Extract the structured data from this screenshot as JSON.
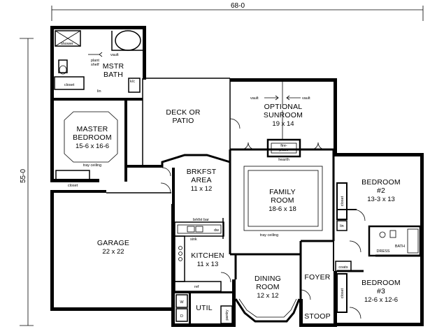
{
  "dimensions": {
    "width": "68-0",
    "depth": "55-0"
  },
  "rooms": {
    "master_bath": {
      "name_line1": "MSTR",
      "name_line2": "BATH"
    },
    "master_bedroom": {
      "name_line1": "MASTER",
      "name_line2": "BEDROOM",
      "size": "15-6 x 16-6"
    },
    "deck": {
      "name_line1": "DECK OR",
      "name_line2": "PATIO"
    },
    "sunroom": {
      "name_line1": "OPTIONAL",
      "name_line2": "SUNROOM",
      "size": "19 x 14"
    },
    "brkfst": {
      "name_line1": "BRKFST",
      "name_line2": "AREA",
      "size": "11 x 12"
    },
    "family": {
      "name_line1": "FAMILY",
      "name_line2": "ROOM",
      "size": "18-6 x 18"
    },
    "bedroom2": {
      "name_line1": "BEDROOM",
      "name_line2": "#2",
      "size": "13-3 x 13"
    },
    "garage": {
      "name": "GARAGE",
      "size": "22 x 22"
    },
    "kitchen": {
      "name": "KITCHEN",
      "size": "11 x 13"
    },
    "dining": {
      "name_line1": "DINING",
      "name_line2": "ROOM",
      "size": "12 x 12"
    },
    "foyer": {
      "name": "FOYER"
    },
    "bedroom3": {
      "name_line1": "BEDROOM",
      "name_line2": "#3",
      "size": "12-6 x 12-6"
    },
    "util": {
      "name": "UTIL"
    },
    "stoop": {
      "name": "STOOP"
    }
  },
  "small_labels": {
    "shower": "shower",
    "vault": "vault",
    "plant_shelf_1": "plant",
    "plant_shelf_2": "shelf",
    "closet": "closet",
    "lin": "lin",
    "kc": "k/c",
    "tray_ceiling": "tray ceiling",
    "fireplace_1": "fire-",
    "fireplace_2": "place",
    "hearth": "hearth",
    "brkfst_bar": "brkfst bar",
    "sink": "sink",
    "dw": "dw",
    "ref": "ref",
    "w": "W",
    "d": "D",
    "pantry": "pantry",
    "coats": "coats",
    "dress": "DRESS",
    "bath": "BATH"
  }
}
